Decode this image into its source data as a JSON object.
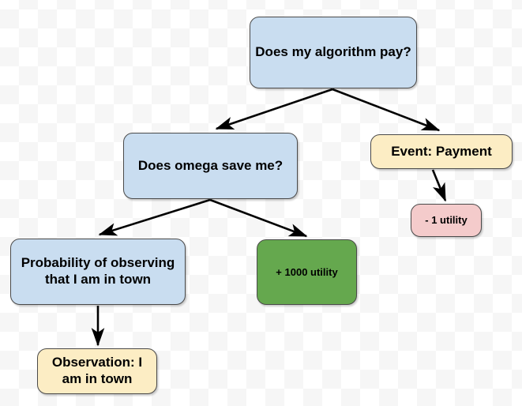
{
  "diagram": {
    "title": "Does my algorithm pay? decision tree",
    "type": "flowchart",
    "background": "transparent-checkerboard",
    "colors": {
      "decision_fill": "#c9ddf0",
      "event_fill": "#fcedc4",
      "cost_fill": "#f4cbcb",
      "reward_fill": "#65a84e",
      "node_border": "#4a4a4a",
      "edge": "#000000",
      "text": "#000000"
    },
    "nodes": [
      {
        "id": "root",
        "label": "Does my algorithm pay?",
        "kind": "decision"
      },
      {
        "id": "omega",
        "label": "Does omega save me?",
        "kind": "decision"
      },
      {
        "id": "payment",
        "label": "Event: Payment",
        "kind": "event"
      },
      {
        "id": "minus",
        "label": "- 1 utility",
        "kind": "cost"
      },
      {
        "id": "prob",
        "label": "Probability of observing that I am in town",
        "kind": "decision"
      },
      {
        "id": "plus",
        "label": "+ 1000 utility",
        "kind": "reward"
      },
      {
        "id": "obs",
        "label": "Observation: I am in town",
        "kind": "event"
      }
    ],
    "edges": [
      {
        "from": "root",
        "to": "omega",
        "arrow": "end"
      },
      {
        "from": "root",
        "to": "payment",
        "arrow": "end"
      },
      {
        "from": "omega",
        "to": "prob",
        "arrow": "end"
      },
      {
        "from": "omega",
        "to": "plus",
        "arrow": "end"
      },
      {
        "from": "payment",
        "to": "minus",
        "arrow": "end"
      },
      {
        "from": "prob",
        "to": "obs",
        "arrow": "end"
      }
    ]
  }
}
